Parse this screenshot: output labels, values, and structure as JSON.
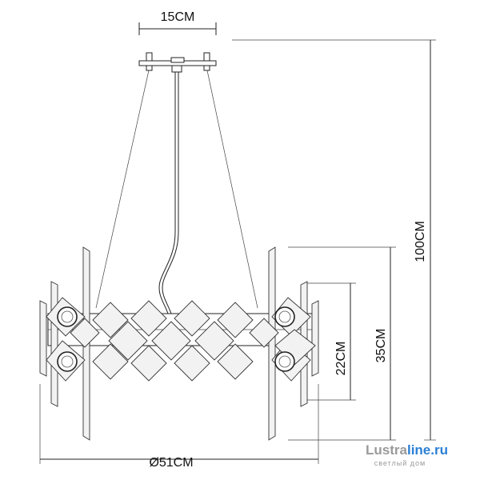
{
  "dimensions": {
    "canopy_width": "15CM",
    "total_height": "100CM",
    "body_height": "35CM",
    "shade_height": "22CM",
    "diameter": "Ø51CM"
  },
  "watermark": {
    "brand_part1": "Lustra",
    "brand_part2": "line.ru",
    "tagline": "светлый дом",
    "color_part1": "#9a9a9a",
    "color_part2": "#2a7fd4"
  },
  "colors": {
    "line": "#222222",
    "crystal_fill": "#f2f2f2"
  }
}
